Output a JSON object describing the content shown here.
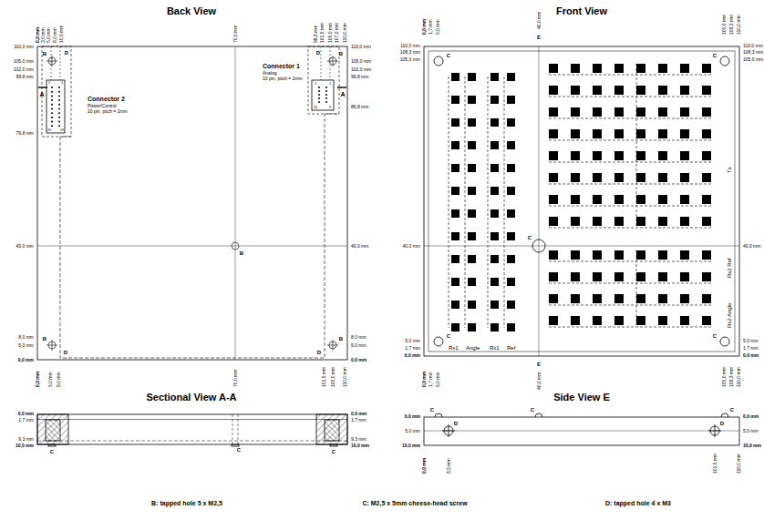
{
  "diagram": {
    "labels": [
      "Back View",
      "Front View",
      "Sectional View A-A",
      "Side View E",
      "0,0 mm",
      "3,0 mm",
      "5,0 mm",
      "8,0 mm",
      "10,0 mm",
      "70,0 mm",
      "98,8 mm",
      "101,5 mm",
      "105,0 mm",
      "107,0 mm",
      "110,0 mm",
      "110,0 mm",
      "105,0 mm",
      "102,0 mm",
      "99,8 mm",
      "79,8 mm",
      "40,0 mm",
      "8,0 mm",
      "5,0 mm",
      "0,0 mm",
      "110,0 mm",
      "105,0 mm",
      "102,0 mm",
      "99,8 mm",
      "86,8 mm",
      "40,0 mm",
      "8,0 mm",
      "5,0 mm",
      "0,0 mm",
      "0,0 mm",
      "5,0 mm",
      "8,0 mm",
      "70,0 mm",
      "101,5 mm",
      "105,0 mm",
      "110,0 mm",
      "A",
      "A",
      "B",
      "B",
      "B",
      "B",
      "B",
      "D",
      "D",
      "D",
      "D",
      "Connector 2",
      "Power/Control",
      "20 pin, pitch = 2mm",
      "Connector 1",
      "Analog",
      "10 pin, pitch = 2mm",
      "2",
      "1",
      "20",
      "19",
      "2",
      "1",
      "10",
      "9",
      "0,0 mm",
      "1,7 mm",
      "5,0 mm",
      "40,0 mm",
      "105,0 mm",
      "108,3 mm",
      "110,0 mm",
      "E",
      "110,0 mm",
      "108,3 mm",
      "105,0 mm",
      "40,0 mm",
      "5,0 mm",
      "1,7 mm",
      "0,0 mm",
      "110,0 mm",
      "108,3 mm",
      "105,0 mm",
      "40,0 mm",
      "5,0 mm",
      "1,7 mm",
      "0,0 mm",
      "0,0 mm",
      "1,7 mm",
      "5,0 mm",
      "E",
      "40,0 mm",
      "105,0 mm",
      "108,3 mm",
      "110,0 mm",
      "C",
      "C",
      "C",
      "C",
      "C",
      "Tx",
      "Rx2 Ref",
      "Rx2 Angle",
      "Rx1",
      "Angle",
      "Rx1",
      "Ref",
      "0,0 mm",
      "1,7 mm",
      "9,3 mm",
      "10,0 mm",
      "0,0 mm",
      "1,7 mm",
      "9,3 mm",
      "10,0 mm",
      "C",
      "C",
      "C",
      "0,0 mm",
      "5,0 mm",
      "10,0 mm",
      "0,0 mm",
      "5,0 mm",
      "10,0 mm",
      "C",
      "C",
      "C",
      "D",
      "D",
      "0,0 mm",
      "8,5 mm",
      "101,5 mm",
      "110,0 mm",
      "B: tapped hole 5 x M2,5",
      "C: M2,5 x 5mm cheese-head screw",
      "D: tapped hole 4 x M3"
    ]
  }
}
